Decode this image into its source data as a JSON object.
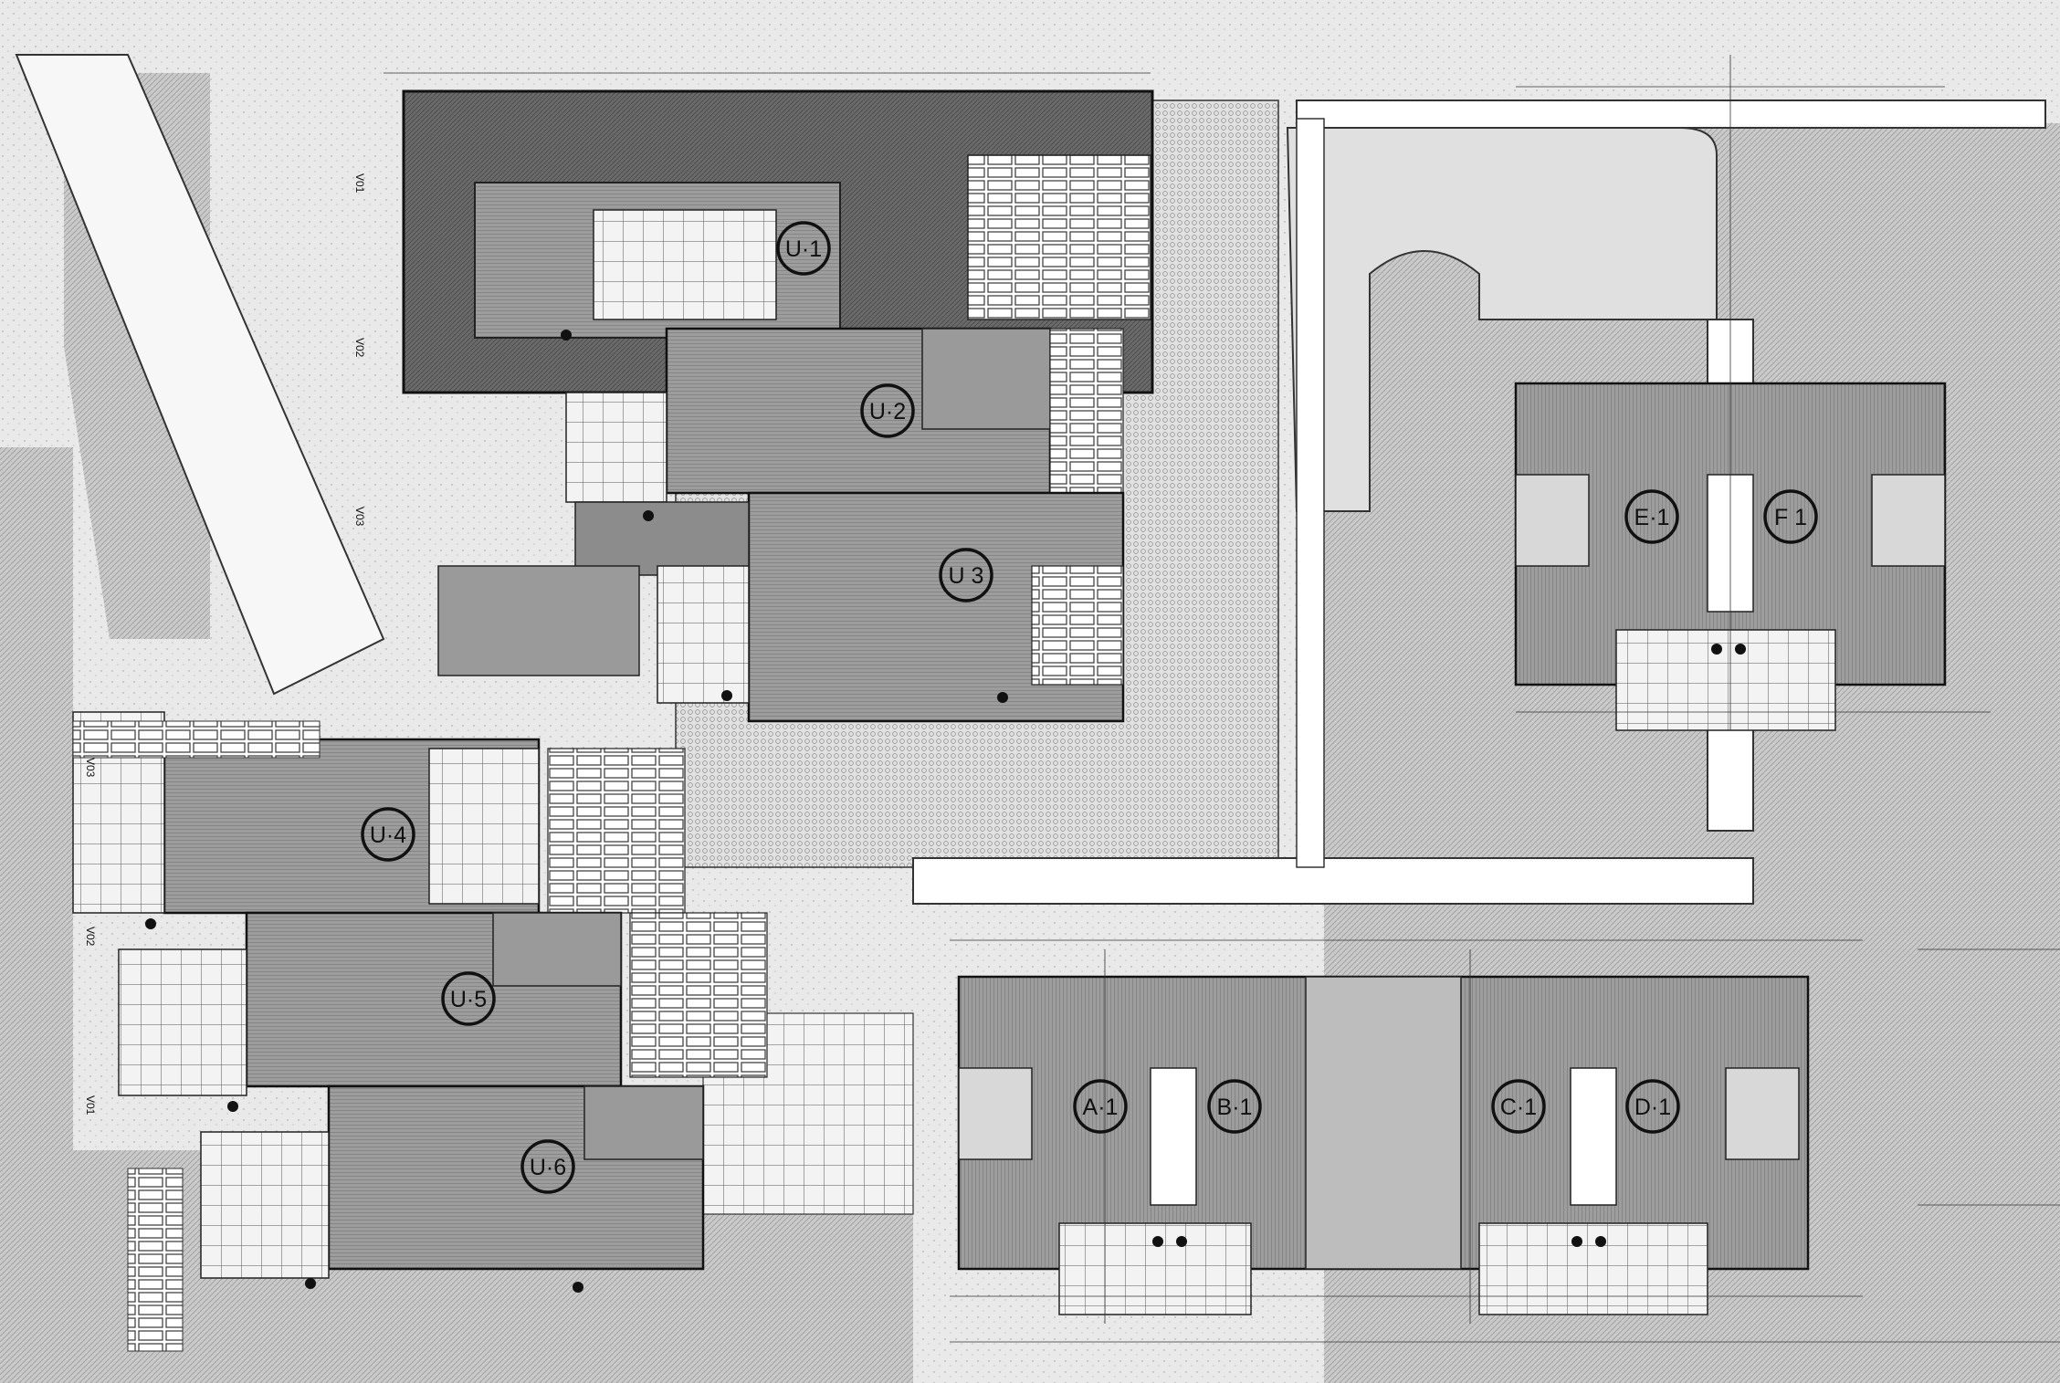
{
  "units": [
    {
      "id": "U1",
      "label": "U·1"
    },
    {
      "id": "U2",
      "label": "U·2"
    },
    {
      "id": "U3",
      "label": "U 3"
    },
    {
      "id": "U4",
      "label": "U·4"
    },
    {
      "id": "U5",
      "label": "U·5"
    },
    {
      "id": "U6",
      "label": "U·6"
    },
    {
      "id": "E1",
      "label": "E·1"
    },
    {
      "id": "F1",
      "label": "F 1"
    },
    {
      "id": "A1",
      "label": "A·1"
    },
    {
      "id": "B1",
      "label": "B·1"
    },
    {
      "id": "C1",
      "label": "C·1"
    },
    {
      "id": "D1",
      "label": "D·1"
    }
  ],
  "road_labels": [
    {
      "id": "V01",
      "text": "V01"
    },
    {
      "id": "V02",
      "text": "V02"
    },
    {
      "id": "V03",
      "text": "V03"
    },
    {
      "id": "V03b",
      "text": "V03"
    },
    {
      "id": "V02b",
      "text": "V02"
    },
    {
      "id": "V01b",
      "text": "V01"
    }
  ],
  "colors": {
    "paper": "#ffffff",
    "linework": "#222222",
    "building_dark": "#5a5a5a",
    "building_mid": "#8c8c8c",
    "landscape_light": "#b4b4b4",
    "paving": "#d6d6d6"
  }
}
